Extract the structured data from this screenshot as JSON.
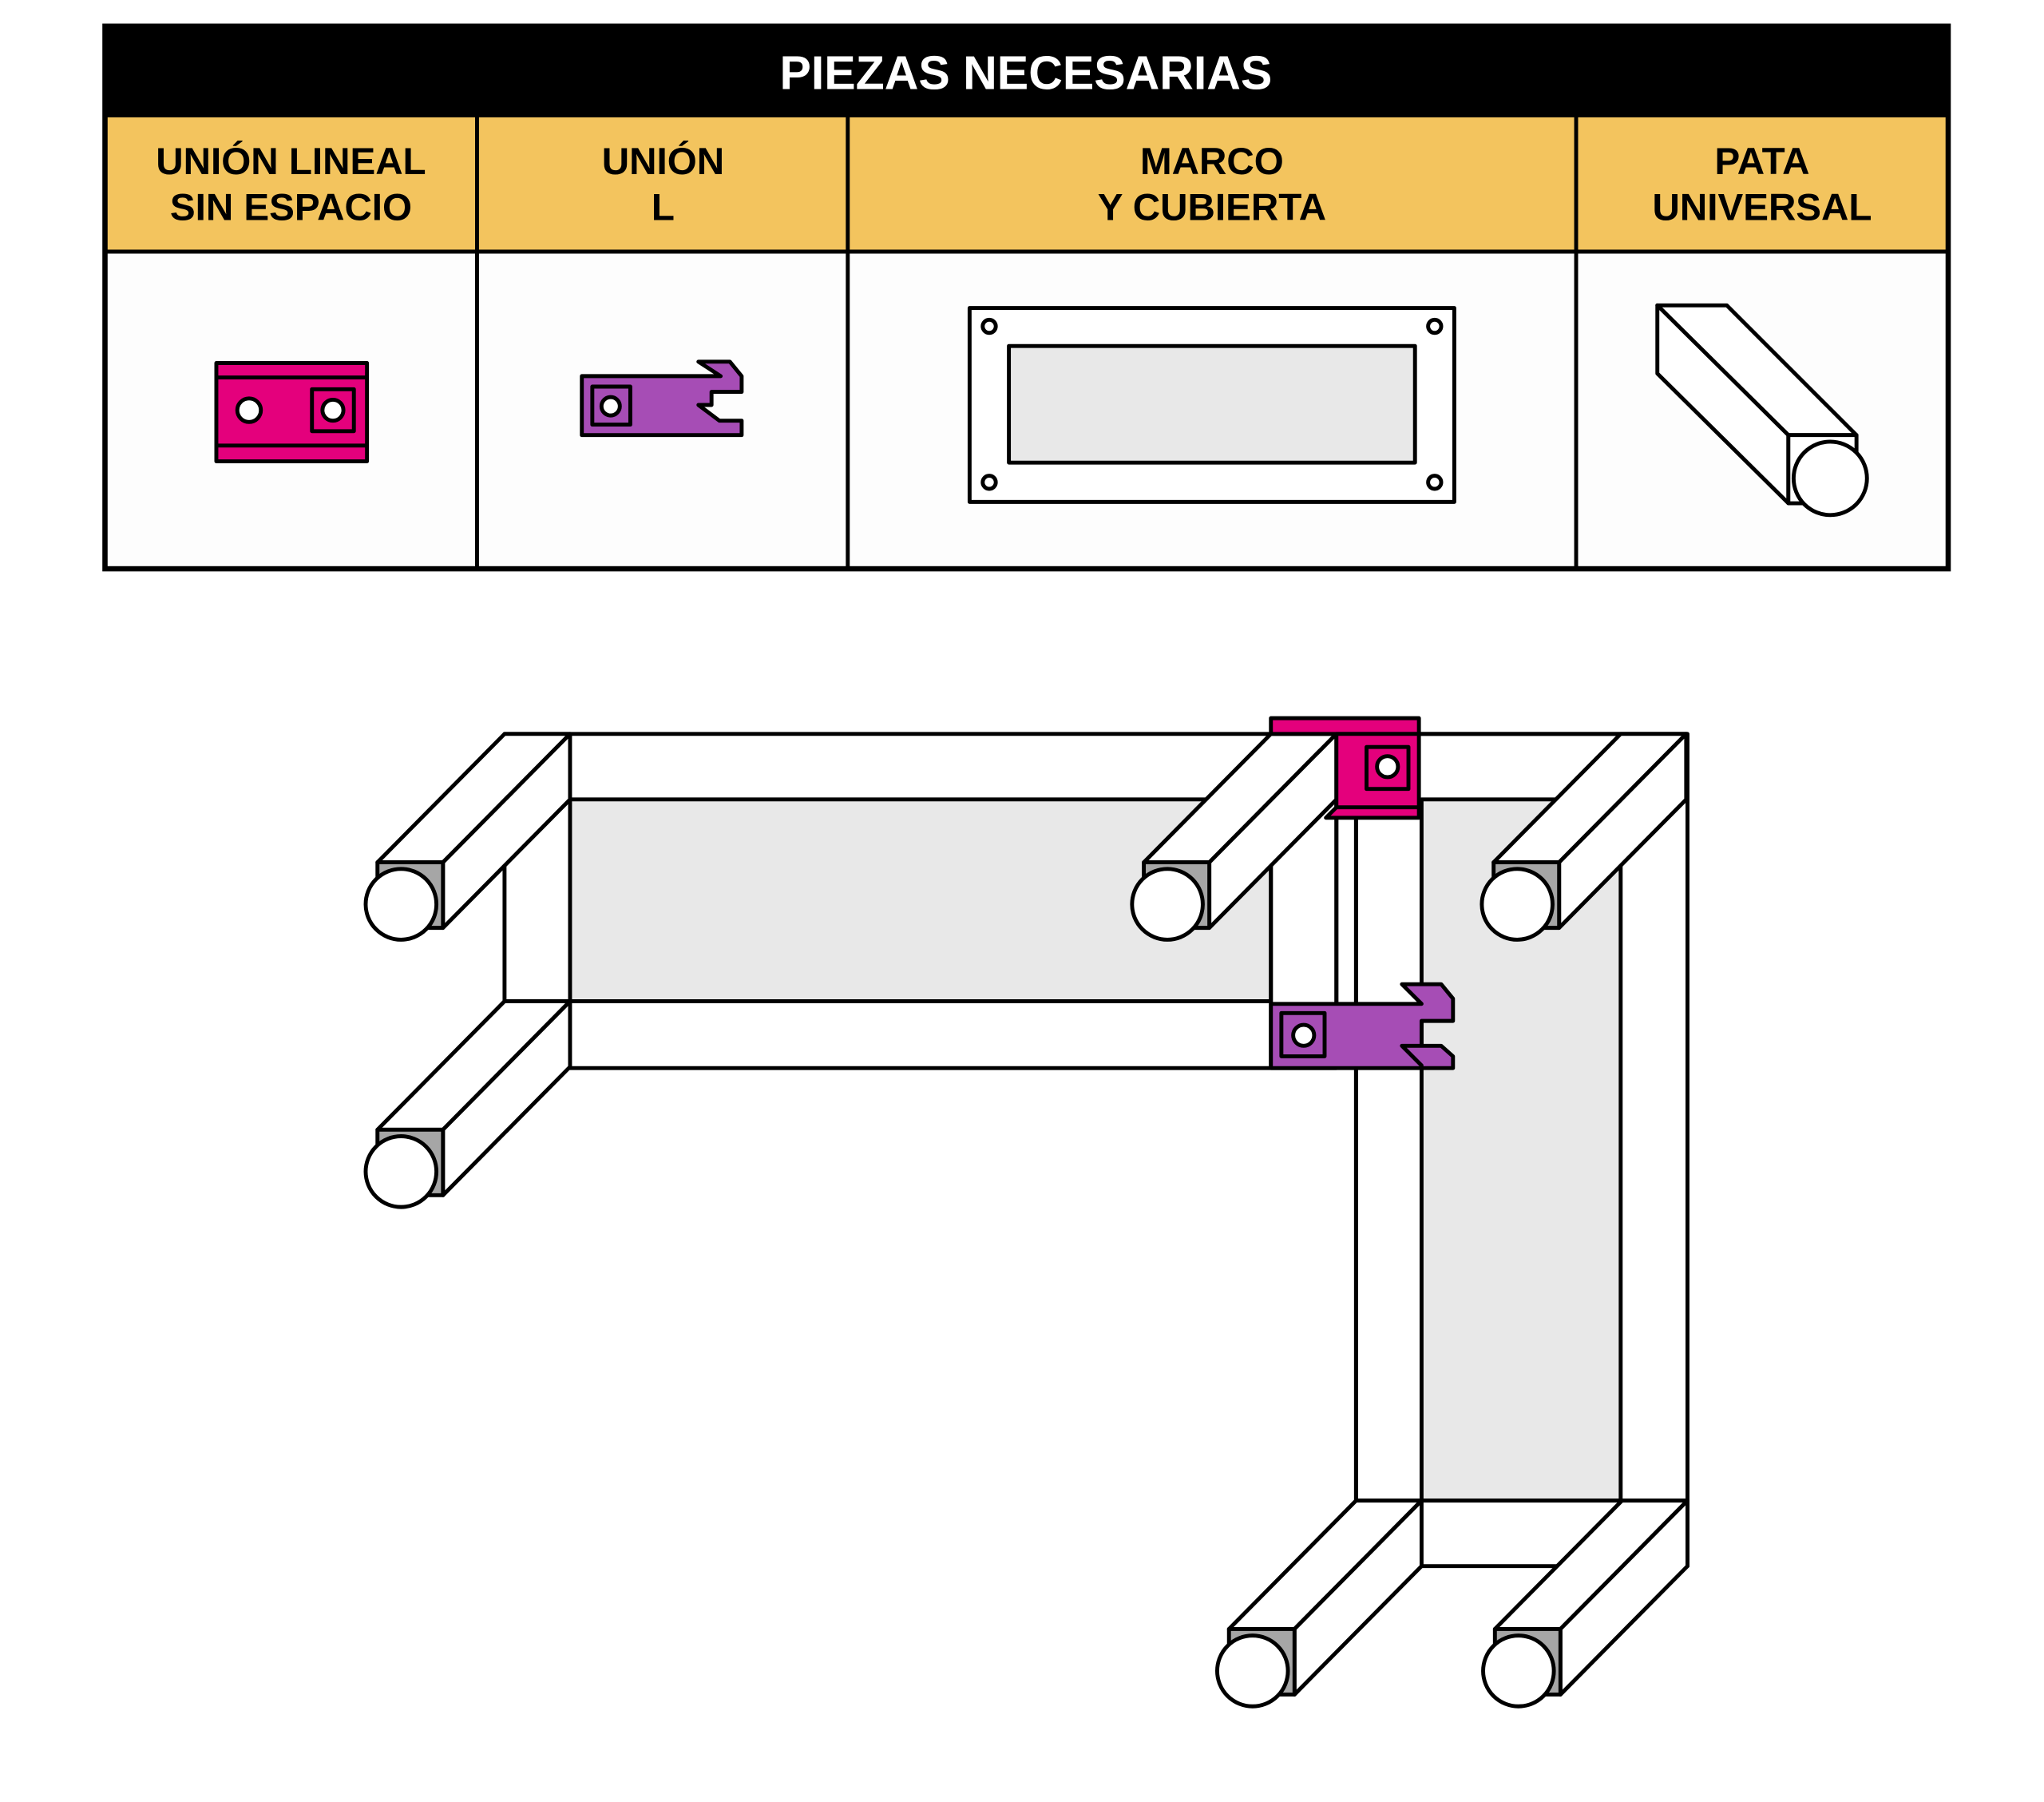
{
  "table": {
    "title": "PIEZAS NECESARIAS",
    "columns": [
      {
        "line1": "UNIÓN LINEAL",
        "line2": "SIN ESPACIO",
        "icon": "linear-union-piece"
      },
      {
        "line1": "UNIÓN",
        "line2": "L",
        "icon": "l-union-piece"
      },
      {
        "line1": "MARCO",
        "line2": "Y CUBIERTA",
        "icon": "frame-and-cover-piece"
      },
      {
        "line1": "PATA",
        "line2": "UNIVERSAL",
        "icon": "universal-leg-piece"
      }
    ]
  },
  "colors": {
    "header_bg": "#000000",
    "column_header_bg": "#F3C45E",
    "linear_union": "#E4007C",
    "l_union": "#A64DB5",
    "cover": "#E8E8E8",
    "leg_end": "#A6A6A6"
  }
}
